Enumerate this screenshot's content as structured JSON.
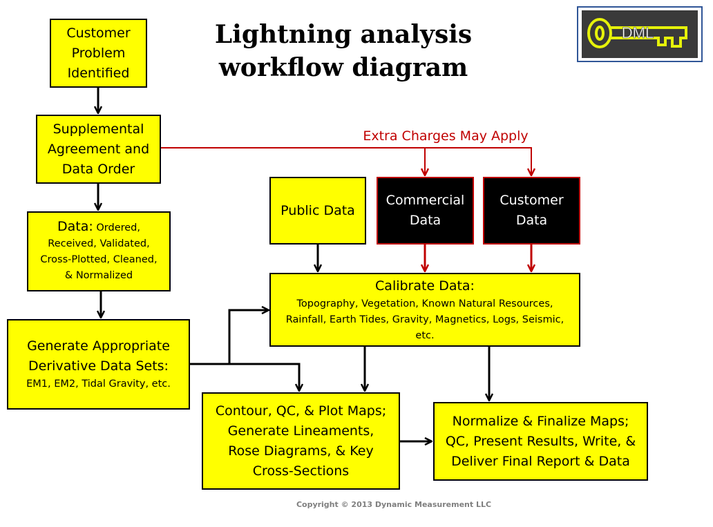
{
  "title": {
    "line1": "Lightning analysis",
    "line2": "workflow diagram"
  },
  "logo": {
    "text": "DML"
  },
  "edge_label": "Extra Charges May Apply",
  "nodes": {
    "customer_problem": {
      "lines": [
        "Customer",
        "Problem",
        "Identified"
      ]
    },
    "supplemental_agreement": {
      "lines": [
        "Supplemental",
        "Agreement and",
        "Data Order"
      ]
    },
    "data_ordered": {
      "lead": "Data:",
      "lead_rest": " Ordered,",
      "lines": [
        "Received, Validated,",
        "Cross-Plotted, Cleaned,",
        "& Normalized"
      ]
    },
    "derivative": {
      "lines": [
        "Generate Appropriate",
        "Derivative Data Sets:"
      ],
      "detail": "EM1, EM2, Tidal Gravity, etc."
    },
    "public_data": {
      "lines": [
        "Public Data"
      ]
    },
    "commercial_data": {
      "lines": [
        "Commercial",
        "Data"
      ]
    },
    "customer_data": {
      "lines": [
        "Customer",
        "Data"
      ]
    },
    "calibrate": {
      "heading": "Calibrate Data:",
      "detail": [
        "Topography, Vegetation, Known Natural Resources,",
        "Rainfall, Earth Tides, Gravity, Magnetics, Logs, Seismic,",
        "etc."
      ]
    },
    "contour": {
      "lines": [
        "Contour, QC, & Plot Maps;",
        "Generate Lineaments,",
        "Rose Diagrams, & Key",
        "Cross-Sections"
      ]
    },
    "normalize": {
      "lines": [
        "Normalize & Finalize Maps;",
        "QC, Present Results, Write, &",
        "Deliver Final Report & Data"
      ]
    }
  },
  "copyright": "Copyright © 2013 Dynamic Measurement LLC",
  "colors": {
    "box_fill": "#ffff00",
    "accent_red": "#c00000",
    "dark_fill": "#000000"
  }
}
